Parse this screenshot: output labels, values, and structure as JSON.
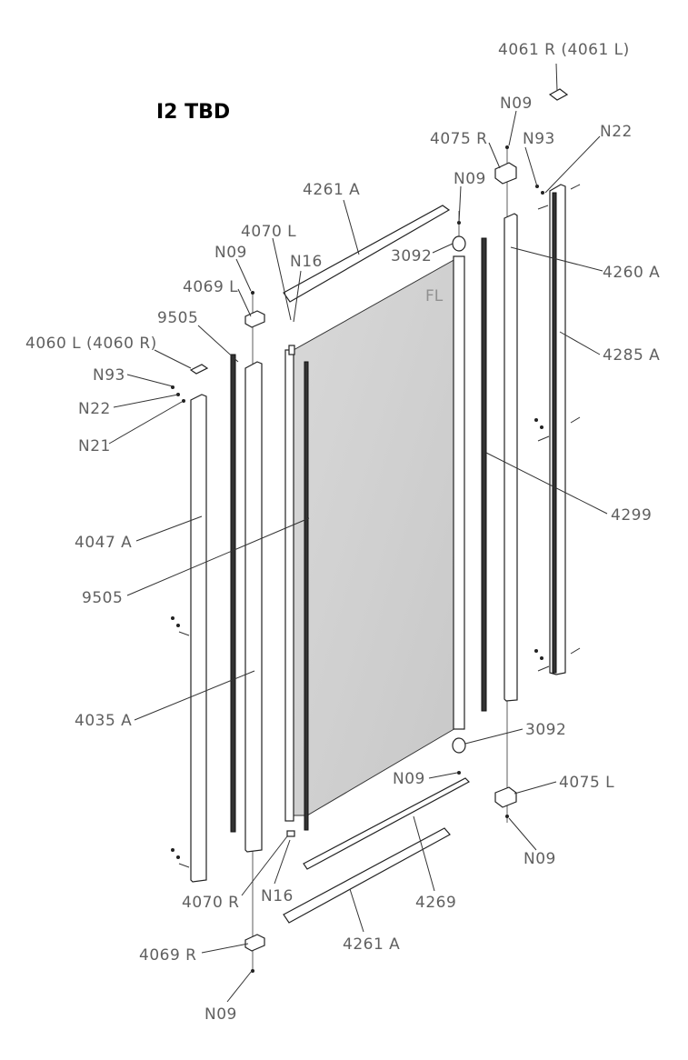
{
  "title": "I2 TBD",
  "glass_mark": "FL",
  "labels": {
    "p4061": "4061 R (4061 L)",
    "n09_top": "N09",
    "p4075r": "4075 R",
    "n93_right": "N93",
    "n22_right": "N22",
    "n09_upper": "N09",
    "p4261_top": "4261 A",
    "p4070l": "4070 L",
    "p3092_top": "3092",
    "n09_left": "N09",
    "n16_top": "N16",
    "p4260": "4260 A",
    "p4069l": "4069 L",
    "p9505_top": "9505",
    "p4285": "4285 A",
    "p4060": "4060 L (4060 R)",
    "n93_left": "N93",
    "n22_left": "N22",
    "n21_left": "N21",
    "p4299": "4299",
    "p4047": "4047 A",
    "p9505_mid": "9505",
    "p4035": "4035 A",
    "p3092_bottom": "3092",
    "n09_lower": "N09",
    "p4075l": "4075 L",
    "n09_right_bottom": "N09",
    "p4070r": "4070 R",
    "n16_bottom": "N16",
    "p4269": "4269",
    "p4261_bottom": "4261 A",
    "p4069r": "4069 R",
    "n09_bottom": "N09"
  }
}
